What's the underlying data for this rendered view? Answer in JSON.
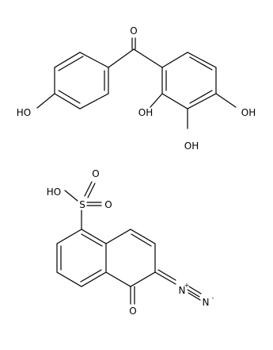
{
  "molecule_top": {
    "labels": {
      "carbonyl_o": "O",
      "ho_left": "HO",
      "oh_2": "OH",
      "oh_3": "OH",
      "oh_4": "OH"
    }
  },
  "molecule_bottom": {
    "labels": {
      "acid_ho": "HO",
      "sulfur": "S",
      "sulfonyl_o_top": "O",
      "sulfonyl_o_right": "O",
      "diazo_n1": "N",
      "diazo_n1_charge": "+",
      "diazo_n2": "N",
      "diazo_n2_charge": "-",
      "ketone_o": "O"
    }
  },
  "colors": {
    "bond": "#000000",
    "text": "#000000",
    "background": "#ffffff"
  }
}
